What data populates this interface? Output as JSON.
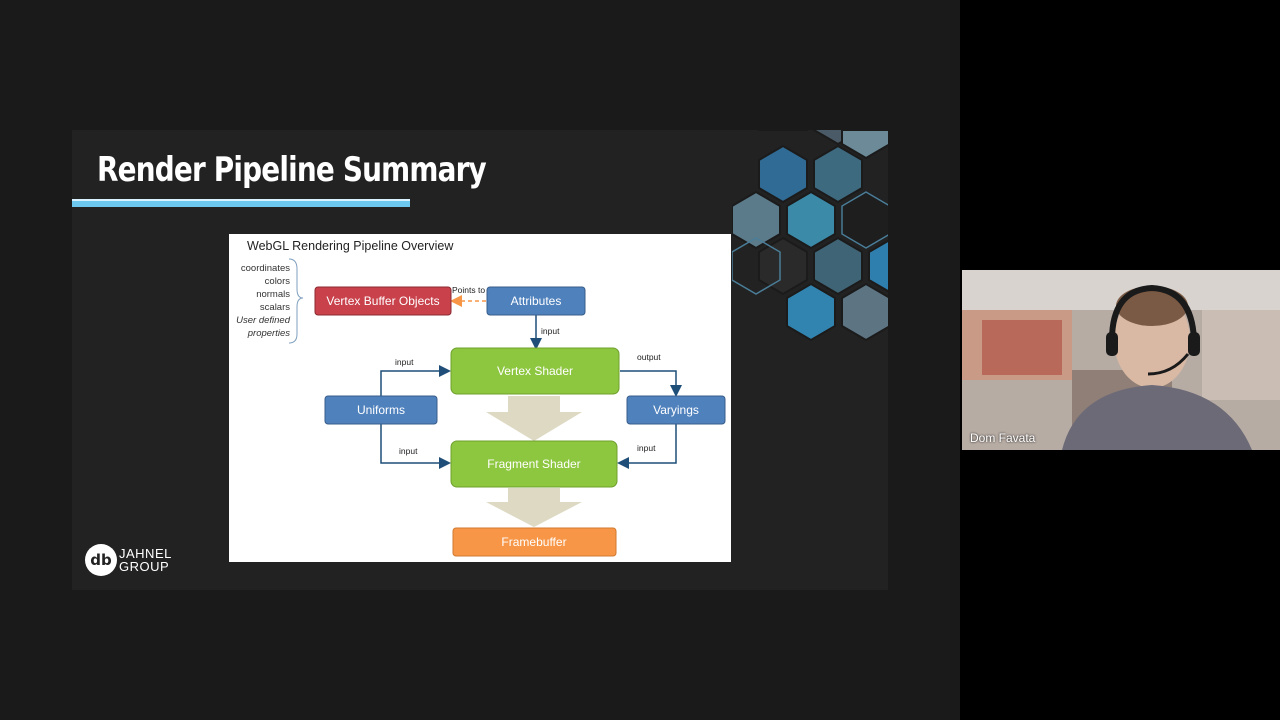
{
  "slide": {
    "title": "Render Pipeline Summary",
    "logo": {
      "mark": "db",
      "line1": "JAHNEL",
      "line2": "GROUP"
    }
  },
  "diagram": {
    "title": "WebGL Rendering Pipeline Overview",
    "attributes_list": [
      "coordinates",
      "colors",
      "normals",
      "scalars",
      "User defined",
      "properties"
    ],
    "nodes": {
      "vbo": "Vertex Buffer Objects",
      "attributes": "Attributes",
      "vertex_shader": "Vertex Shader",
      "uniforms": "Uniforms",
      "varyings": "Varyings",
      "fragment_shader": "Fragment Shader",
      "framebuffer": "Framebuffer"
    },
    "edge_labels": {
      "points_to": "Points to",
      "input_attr": "input",
      "input_uniform_vertex": "input",
      "output": "output",
      "input_uniform_fragment": "input",
      "input_varyings": "input"
    },
    "colors": {
      "vbo": "#c8414b",
      "blue": "#4f81bd",
      "green": "#8dc63f",
      "framebuffer": "#f79646",
      "arrow": "#1f4e79",
      "dashed": "#f79646",
      "flow": "#ddd9c3"
    }
  },
  "participant": {
    "name": "Dom Favata"
  }
}
